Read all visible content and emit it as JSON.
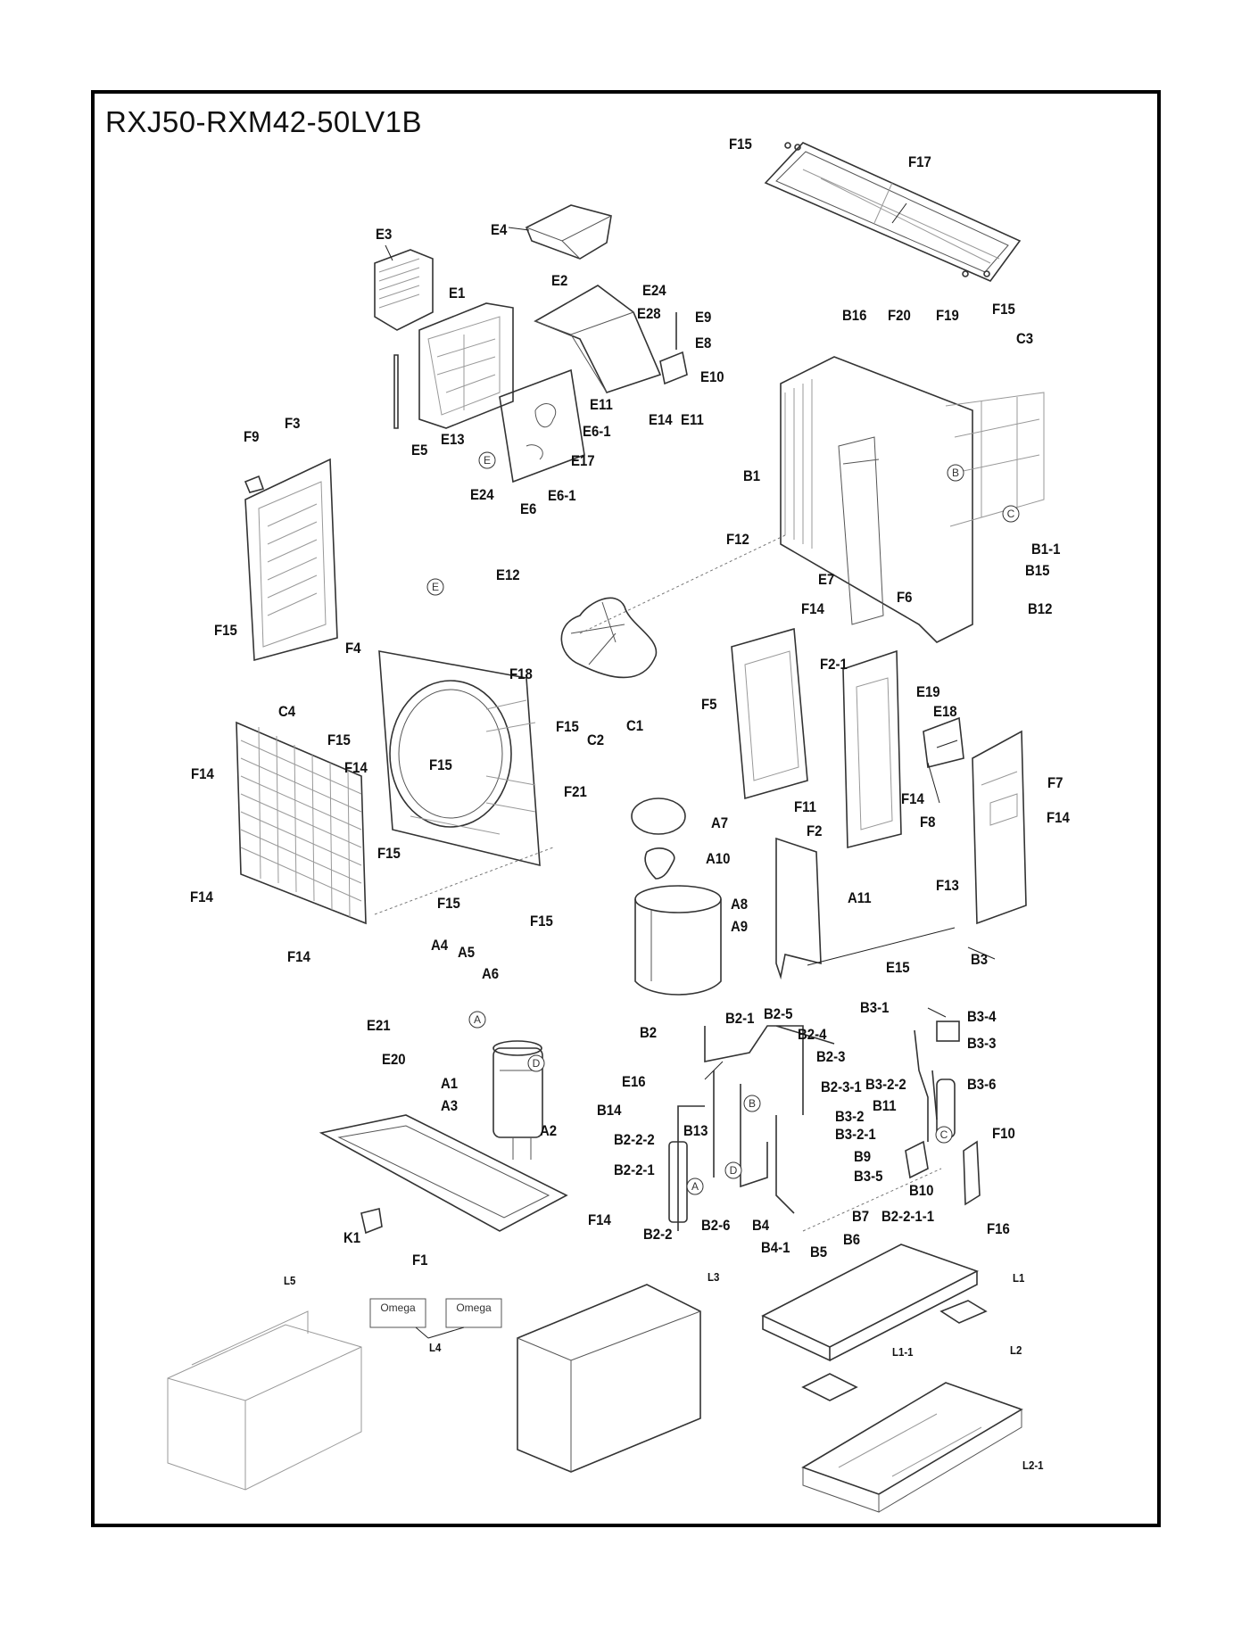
{
  "title": "RXJ50-RXM42-50LV1B",
  "labels": {
    "F15_a": "F15",
    "F17": "F17",
    "F15_b": "F15",
    "E4": "E4",
    "E3": "E3",
    "E2": "E2",
    "E24_a": "E24",
    "E28": "E28",
    "E9": "E9",
    "E8": "E8",
    "E10": "E10",
    "E1": "E1",
    "E11_a": "E11",
    "E6_1a": "E6-1",
    "E14": "E14",
    "E11_b": "E11",
    "E13": "E13",
    "E17": "E17",
    "E5": "E5",
    "E24_b": "E24",
    "E6": "E6",
    "E6_1b": "E6-1",
    "F9": "F9",
    "F3": "F3",
    "B16": "B16",
    "F20": "F20",
    "F19": "F19",
    "C3": "C3",
    "B1": "B1",
    "B1_1": "B1-1",
    "B15": "B15",
    "F12": "F12",
    "E7": "E7",
    "F14_a": "F14",
    "F6": "F6",
    "B12": "B12",
    "E12": "E12",
    "F15_c": "F15",
    "F4": "F4",
    "F18": "F18",
    "F15_d": "F15",
    "C2": "C2",
    "C1": "C1",
    "F15_e": "F15",
    "F21": "F21",
    "C4": "C4",
    "F14_b": "F14",
    "F14_c": "F14",
    "F15_f": "F15",
    "F15_g": "F15",
    "F15_h": "F15",
    "F14_d": "F14",
    "F14_e": "F14",
    "F5": "F5",
    "F2_1": "F2-1",
    "E19": "E19",
    "E18": "E18",
    "F11": "F11",
    "F14_f": "F14",
    "F8": "F8",
    "F7": "F7",
    "F14_g": "F14",
    "F2": "F2",
    "F13": "F13",
    "A7": "A7",
    "A10": "A10",
    "A8": "A8",
    "A9": "A9",
    "A11": "A11",
    "A4": "A4",
    "A5": "A5",
    "A6": "A6",
    "E21": "E21",
    "E20": "E20",
    "A1": "A1",
    "A3": "A3",
    "A2": "A2",
    "K1": "K1",
    "F1": "F1",
    "F14_h": "F14",
    "B2": "B2",
    "B2_1": "B2-1",
    "B2_5": "B2-5",
    "B2_4": "B2-4",
    "B2_3": "B2-3",
    "E16": "E16",
    "B2_3_1": "B2-3-1",
    "B14": "B14",
    "B13": "B13",
    "B2_2_2": "B2-2-2",
    "B2_2_1": "B2-2-1",
    "B2_2": "B2-2",
    "B2_6": "B2-6",
    "B4": "B4",
    "B4_1": "B4-1",
    "B5": "B5",
    "B6": "B6",
    "B7": "B7",
    "E15": "E15",
    "B3": "B3",
    "B3_1": "B3-1",
    "B3_4": "B3-4",
    "B3_3": "B3-3",
    "B3_2_2": "B3-2-2",
    "B3_6": "B3-6",
    "B11": "B11",
    "B3_2": "B3-2",
    "B3_2_1": "B3-2-1",
    "B9": "B9",
    "B3_5": "B3-5",
    "B10": "B10",
    "B2_2_1_1": "B2-2-1-1",
    "F10": "F10",
    "F16": "F16",
    "L5": "L5",
    "L4": "L4",
    "L3": "L3",
    "L1": "L1",
    "L1_1": "L1-1",
    "L2": "L2",
    "L2_1": "L2-1"
  },
  "callouts": {
    "A": "A",
    "B": "B",
    "C": "C",
    "D": "D",
    "E": "E"
  },
  "sticker_text": "Omega"
}
